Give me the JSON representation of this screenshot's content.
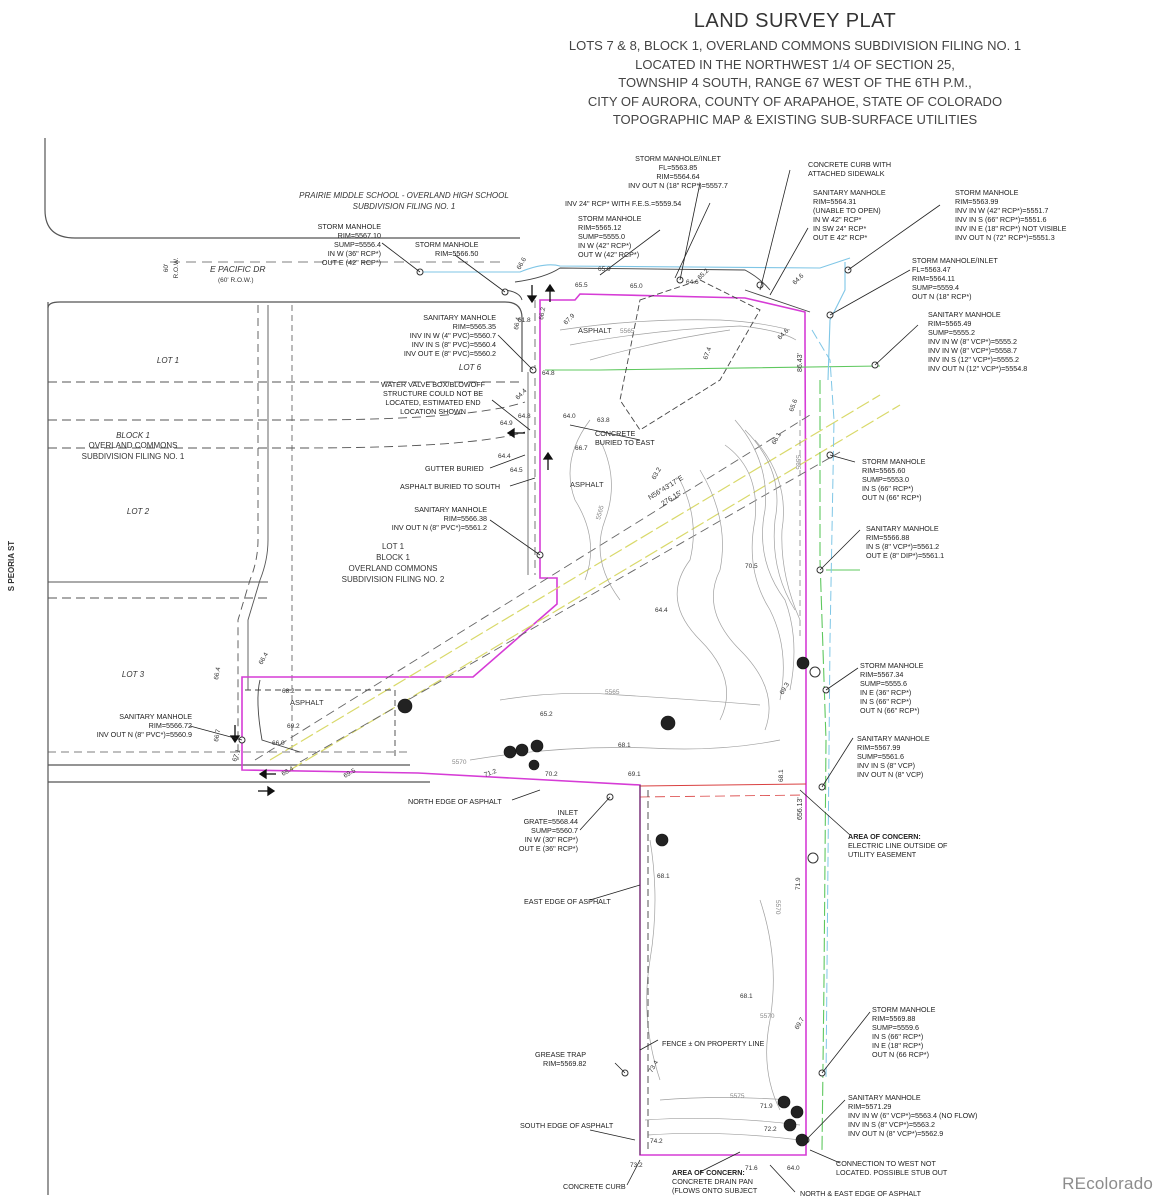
{
  "title": {
    "main": "LAND SURVEY PLAT",
    "lines": [
      "LOTS 7 & 8, BLOCK 1, OVERLAND COMMONS SUBDIVISION FILING NO. 1",
      "LOCATED IN THE NORTHWEST 1/4 OF SECTION 25,",
      "TOWNSHIP 4 SOUTH,  RANGE 67 WEST OF THE 6TH P.M.,",
      "CITY OF AURORA, COUNTY OF ARAPAHOE, STATE OF COLORADO",
      "TOPOGRAPHIC MAP & EXISTING SUB-SURFACE UTILITIES"
    ]
  },
  "watermark": "REcolorado",
  "colors": {
    "boundary": "#d63cd6",
    "linework": "#555555",
    "contour": "#a0a0a0",
    "gas_line": "#d9d96a",
    "water_line": "#5fc85f",
    "storm_line": "#7fc6e6",
    "electric_line": "#d94040"
  },
  "streets": {
    "pacific": [
      "E PACIFIC DR",
      "(60' R.O.W.)"
    ],
    "row_60": [
      "60'",
      "R.O.W."
    ],
    "peoria": "S PEORIA ST"
  },
  "subdivision_north": [
    "PRAIRIE MIDDLE SCHOOL - OVERLAND HIGH SCHOOL",
    "SUBDIVISION FILING NO. 1"
  ],
  "lots": {
    "lot1": "LOT 1",
    "lot6": "LOT 6",
    "lot2": "LOT 2",
    "lot3": "LOT 3",
    "block1_filing1": [
      "BLOCK 1",
      "OVERLAND COMMONS",
      "SUBDIVISION FILING NO. 1"
    ],
    "lot1_block1_filing2": [
      "LOT 1",
      "BLOCK 1",
      "OVERLAND COMMONS",
      "SUBDIVISION FILING NO. 2"
    ]
  },
  "bearing": [
    "N56°43'17\"E",
    "276.15'"
  ],
  "dimensions": {
    "d1": "86.43'",
    "d2": "656.13'"
  },
  "callouts": [
    [
      "STORM MANHOLE/INLET",
      "FL=5563.85",
      "RIM=5564.64",
      "INV OUT N (18\" RCP*)=5557.7"
    ],
    [
      "CONCRETE CURB WITH",
      "ATTACHED SIDEWALK"
    ],
    [
      "SANITARY MANHOLE",
      "RIM=5564.31",
      "(UNABLE TO OPEN)",
      "IN W 42\" RCP*",
      "IN SW 24\" RCP*",
      "OUT E 42\" RCP*"
    ],
    [
      "STORM MANHOLE",
      "RIM=5563.99",
      "INV IN W (42\" RCP*)=5551.7",
      "INV IN S (66\" RCP*)=5551.6",
      "INV IN E (18\" RCP*) NOT VISIBLE",
      "INV OUT N (72\" RCP*)=5551.3"
    ],
    [
      "INV 24\" RCP* WITH F.E.S.=5559.54"
    ],
    [
      "STORM MANHOLE",
      "RIM=5565.12",
      "SUMP=5555.0",
      "IN W (42\" RCP*)",
      "OUT W (42\" RCP*)"
    ],
    [
      "STORM MANHOLE",
      "RIM=5567.10",
      "SUMP=5556.4",
      "IN W (36\" RCP*)",
      "OUT E (42\" RCP*)"
    ],
    [
      "STORM MANHOLE",
      "RIM=5566.50"
    ],
    [
      "STORM MANHOLE/INLET",
      "FL=5563.47",
      "RIM=5564.11",
      "SUMP=5559.4",
      "OUT N (18\" RCP*)"
    ],
    [
      "SANITARY MANHOLE",
      "RIM=5565.35",
      "INV IN W (4\" PVC)=5560.7",
      "INV IN S (8\" PVC)=5560.4",
      "INV OUT E (8\" PVC)=5560.2"
    ],
    [
      "SANITARY MANHOLE",
      "RIM=5565.49",
      "SUMP=5555.2",
      "INV IN W (8\" VCP*)=5555.2",
      "INV IN W (8\" VCP*)=5558.7",
      "INV IN S (12\" VCP*)=5555.2",
      "INV OUT N (12\" VCP*)=5554.8"
    ],
    [
      "WATER VALVE BOX/BLOWOFF",
      "STRUCTURE COULD NOT BE",
      "LOCATED, ESTIMATED END",
      "LOCATION  SHOWN"
    ],
    [
      "CONCRETE",
      "BURIED TO EAST"
    ],
    [
      "GUTTER BURIED"
    ],
    [
      "ASPHALT BURIED TO SOUTH"
    ],
    [
      "STORM MANHOLE",
      "RIM=5565.60",
      "SUMP=5553.0",
      "IN S (66\" RCP*)",
      "OUT N (66\" RCP*)"
    ],
    [
      "SANITARY MANHOLE",
      "RIM=5566.38",
      "INV OUT N (8\" PVC*)=5561.2"
    ],
    [
      "SANITARY MANHOLE",
      "RIM=5566.88",
      "IN S (8\" VCP*)=5561.2",
      "OUT E (8\" DIP*)=5561.1"
    ],
    [
      "STORM MANHOLE",
      "RIM=5567.34",
      "SUMP=5555.6",
      "IN E (36\" RCP*)",
      "IN S (66\" RCP*)",
      "OUT N (66\" RCP*)"
    ],
    [
      "SANITARY MANHOLE",
      "RIM=5566.72",
      "INV OUT N (8\" PVC*)=5560.9"
    ],
    [
      "SANITARY MANHOLE",
      "RIM=5567.99",
      "SUMP=5561.6",
      "INV IN S (8\" VCP)",
      "INV OUT N (8\" VCP)"
    ],
    [
      "NORTH EDGE OF ASPHALT"
    ],
    [
      "INLET",
      "GRATE=5568.44",
      "SUMP=5560.7",
      "IN W (30\" RCP*)",
      "OUT E (36\" RCP*)"
    ],
    [
      "AREA OF CONCERN:",
      "ELECTRIC LINE OUTSIDE OF",
      "UTILITY EASEMENT"
    ],
    [
      "EAST EDGE OF ASPHALT"
    ],
    [
      "STORM MANHOLE",
      "RIM=5569.88",
      "SUMP=5559.6",
      "IN S (66\" RCP*)",
      "IN E (18\" RCP*)",
      "OUT N (66 RCP*)"
    ],
    [
      "GREASE TRAP",
      "RIM=5569.82"
    ],
    [
      "FENCE ± ON PROPERTY LINE"
    ],
    [
      "SOUTH EDGE OF ASPHALT"
    ],
    [
      "SANITARY MANHOLE",
      "RIM=5571.29",
      "INV IN W (6\" VCP*)=5563.4 (NO FLOW)",
      "INV IN S (8\" VCP*)=5563.2",
      "INV OUT N (8\" VCP*)=5562.9"
    ],
    [
      "CONNECTION TO WEST NOT",
      "LOCATED.  POSSIBLE STUB OUT"
    ],
    [
      "AREA OF CONCERN:",
      "CONCRETE DRAIN PAN",
      "(FLOWS ONTO SUBJECT"
    ],
    [
      "CONCRETE CURB"
    ],
    [
      "NORTH & EAST EDGE OF ASPHALT"
    ]
  ],
  "asphalt_labels": [
    "ASPHALT",
    "ASPHALT",
    "ASPHALT"
  ],
  "contour_labels": [
    "5565",
    "5565",
    "5565",
    "5570",
    "5570",
    "5575",
    "5570",
    "5565"
  ],
  "spot_elevations": [
    "65.9",
    "65.5",
    "66.6",
    "65.0",
    "64.6",
    "65.2",
    "64.6",
    "67.9",
    "66.2",
    "66.4",
    "64.8",
    "64.4",
    "64.9",
    "64.8",
    "64.4",
    "64.5",
    "66.7",
    "63.8",
    "64.0",
    "64.6",
    "65.6",
    "63.2",
    "66.1",
    "64.4",
    "70.5",
    "69.3",
    "65.2",
    "68.2",
    "69.2",
    "66.0",
    "66.4",
    "66.4",
    "66.7",
    "67.1",
    "68.4",
    "69.5",
    "71.2",
    "70.2",
    "69.1",
    "68.1",
    "68.1",
    "68.1",
    "68.1",
    "71.9",
    "69.7",
    "73.4",
    "71.9",
    "74.2",
    "73.2",
    "71.6",
    "72.2",
    "64.0",
    "61.8",
    "67.4"
  ],
  "spot_elevation_positions_note": ""
}
